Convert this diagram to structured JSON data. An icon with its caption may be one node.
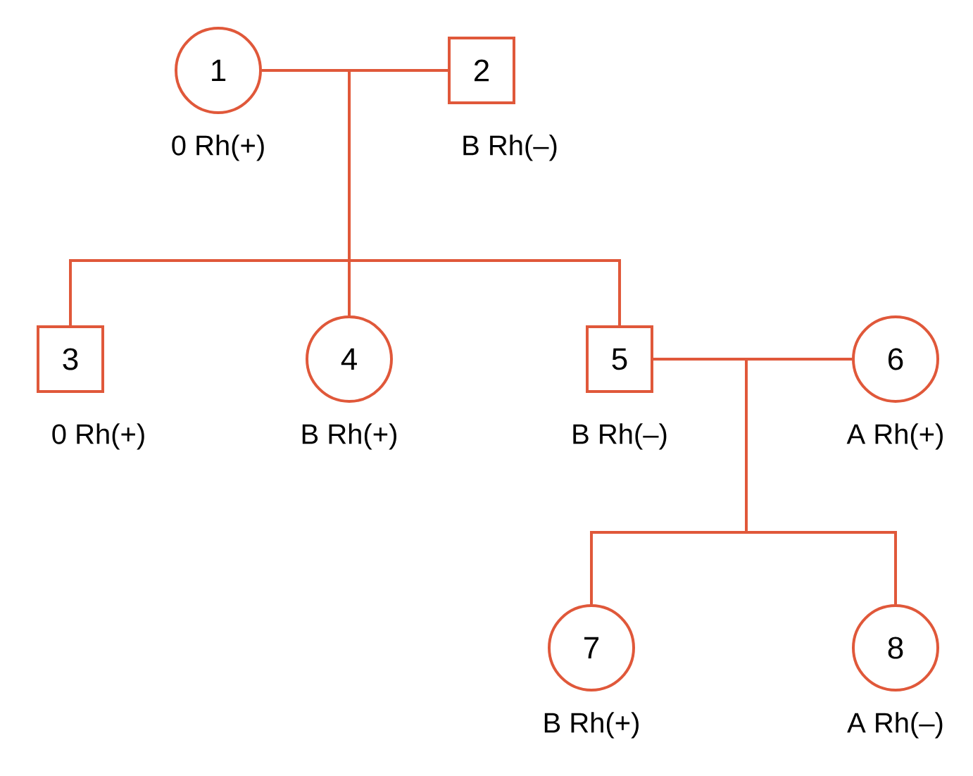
{
  "diagram": {
    "nodes": [
      {
        "text": [
          "1"
        ],
        "beside": [
          "0 Rh(+)"
        ]
      },
      {
        "text": [
          "2"
        ],
        "beside": [
          "B Rh(–)"
        ]
      },
      {
        "text": [
          "3"
        ],
        "beside": [
          "0 Rh(+)"
        ]
      },
      {
        "text": [
          "4"
        ],
        "beside": [
          "B Rh(+)"
        ]
      },
      {
        "text": [
          "5"
        ],
        "beside": [
          "B Rh(–)"
        ]
      },
      {
        "text": [
          "6"
        ],
        "beside": [
          "A Rh(+)"
        ]
      },
      {
        "text": [
          "7"
        ],
        "beside": [
          "B Rh(+)"
        ]
      },
      {
        "text": [
          "8"
        ],
        "beside": [
          "A Rh(–)"
        ]
      }
    ],
    "edges": [
      {
        "from": 0,
        "to": 1,
        "arrow": "none"
      },
      {
        "from": 0,
        "to": 2,
        "arrow": "none"
      },
      {
        "from": 0,
        "to": 3,
        "arrow": "none"
      },
      {
        "from": 0,
        "to": 4,
        "arrow": "none"
      },
      {
        "from": 1,
        "to": 2,
        "arrow": "none"
      },
      {
        "from": 1,
        "to": 3,
        "arrow": "none"
      },
      {
        "from": 1,
        "to": 4,
        "arrow": "none"
      },
      {
        "from": 4,
        "to": 5,
        "arrow": "none"
      },
      {
        "from": 4,
        "to": 6,
        "arrow": "none"
      },
      {
        "from": 4,
        "to": 7,
        "arrow": "none"
      },
      {
        "from": 5,
        "to": 6,
        "arrow": "none"
      },
      {
        "from": 5,
        "to": 7,
        "arrow": "none"
      }
    ]
  }
}
